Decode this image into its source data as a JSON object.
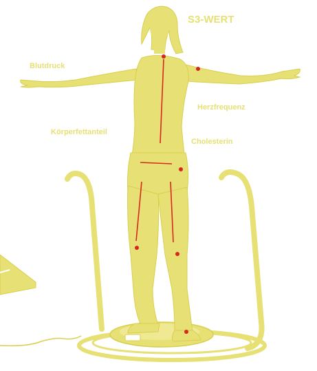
{
  "labels": {
    "s3_wert": "S3-WERT",
    "blutdruck": "Blutdruck",
    "herzfrequenz": "Herzfrequenz",
    "koerperfettanteil": "Körperfettanteil",
    "cholesterin": "Cholesterin"
  },
  "colors": {
    "figure": "#e7e074",
    "outline": "#d8cf4e",
    "marker": "#d7261f",
    "background": "#ffffff"
  }
}
